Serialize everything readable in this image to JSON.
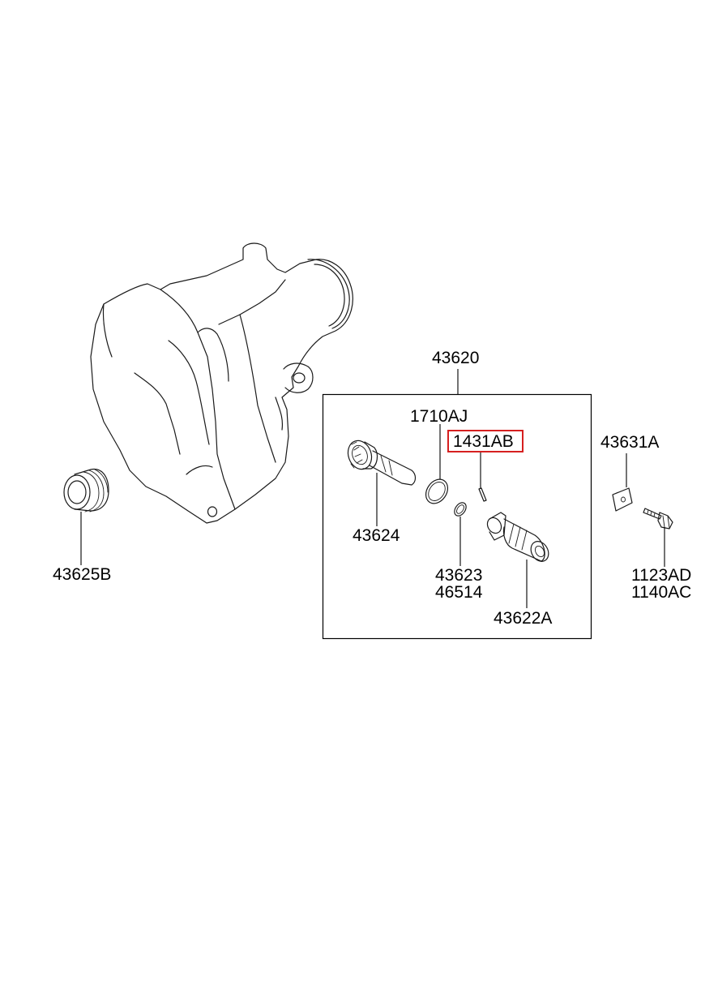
{
  "diagram": {
    "group_label": "43620",
    "highlight_color": "#d62020",
    "parts": {
      "transaxle_housing": {
        "icon": "transaxle-housing-icon"
      },
      "speedometer_gear_43625B": {
        "label": "43625B",
        "icon": "threaded-plug-icon"
      },
      "driven_gear_43624": {
        "label": "43624",
        "icon": "driven-gear-shaft-icon"
      },
      "oring_1710AJ": {
        "label": "1710AJ",
        "icon": "o-ring-icon"
      },
      "pin_1431AB": {
        "label": "1431AB",
        "icon": "pin-icon",
        "highlighted": true
      },
      "oring_43623": {
        "label_1": "43623",
        "label_2": "46514",
        "icon": "small-o-ring-icon"
      },
      "sleeve_43622A": {
        "label": "43622A",
        "icon": "sleeve-icon"
      },
      "plate_43631A": {
        "label": "43631A",
        "icon": "lock-plate-icon"
      },
      "bolt_1123AD": {
        "label_1": "1123AD",
        "label_2": "1140AC",
        "icon": "bolt-icon"
      }
    }
  }
}
